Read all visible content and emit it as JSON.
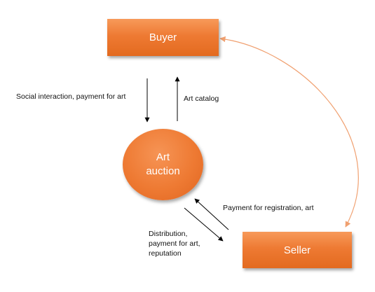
{
  "nodes": {
    "buyer": "Buyer",
    "seller": "Seller",
    "auction_line1": "Art",
    "auction_line2": "auction"
  },
  "edges": {
    "buyer_to_auction": "Social interaction, payment for art",
    "auction_to_buyer": "Art catalog",
    "seller_to_auction": "Payment for registration, art",
    "auction_to_seller_line1": "Distribution,",
    "auction_to_seller_line2": "payment for art,",
    "auction_to_seller_line3": "reputation"
  },
  "colors": {
    "node_fill": "#ee7a33",
    "curve_line": "#f0a070",
    "arrow": "#000000",
    "node_text": "#ffffff"
  }
}
